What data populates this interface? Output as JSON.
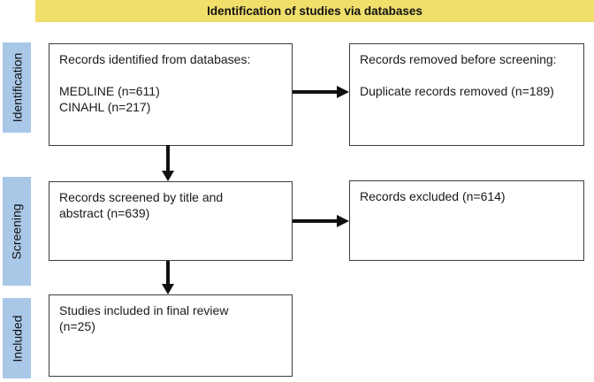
{
  "header": {
    "title": "Identification of studies via databases"
  },
  "stages": {
    "identification": "Identification",
    "screening": "Screening",
    "included": "Included"
  },
  "boxes": {
    "identified": {
      "title": "Records identified from databases:",
      "line1": "MEDLINE (n=611)",
      "line2": "CINAHL (n=217)"
    },
    "removed": {
      "title": "Records removed before screening:",
      "line1": "Duplicate records removed (n=189)"
    },
    "screened": {
      "line1": "Records screened by title and",
      "line2": "abstract (n=639)"
    },
    "excluded": {
      "line1": "Records excluded (n=614)"
    },
    "included": {
      "line1": "Studies included in final review",
      "line2": "(n=25)"
    }
  },
  "counts": {
    "medline": 611,
    "cinahl": 217,
    "duplicates_removed": 189,
    "screened": 639,
    "excluded": 614,
    "included": 25
  },
  "colors": {
    "banner_bg": "#F1DF6C",
    "stage_bg": "#A9C8E8",
    "box_border": "#3d3d3d",
    "arrow": "#111111"
  }
}
